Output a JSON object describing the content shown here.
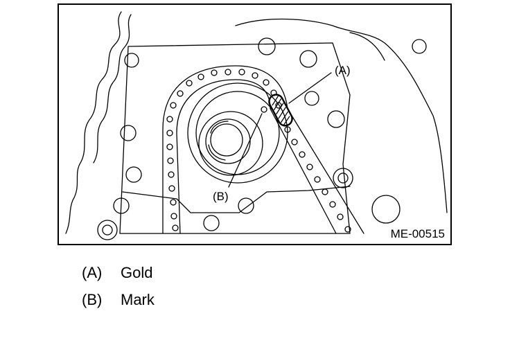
{
  "diagram": {
    "figure_id": "ME-00515",
    "callouts": {
      "a": "(A)",
      "b": "(B)"
    }
  },
  "legend": [
    {
      "key": "(A)",
      "text": "Gold"
    },
    {
      "key": "(B)",
      "text": "Mark"
    }
  ]
}
